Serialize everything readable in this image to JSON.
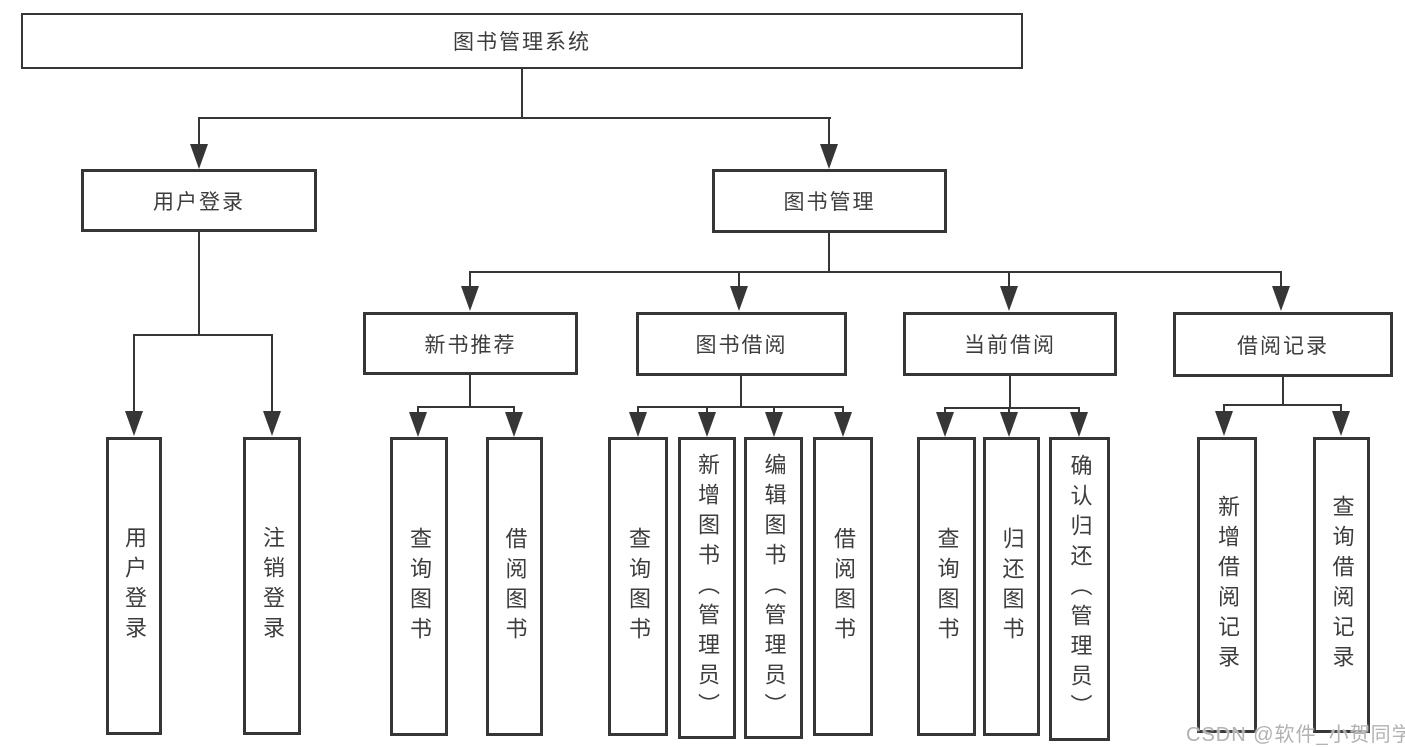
{
  "diagram_type": "hierarchy-tree",
  "colors": {
    "line": "#363636",
    "box_border": "#363636",
    "box_fill": "#ffffff",
    "text": "#3d3d3d",
    "background": "#ffffff",
    "watermark": "#b2b2b2"
  },
  "tree": {
    "root": {
      "label": "图书管理系统",
      "children": [
        {
          "label": "用户登录",
          "children": [
            {
              "label": "用户登录"
            },
            {
              "label": "注销登录"
            }
          ]
        },
        {
          "label": "图书管理",
          "children": [
            {
              "label": "新书推荐",
              "children": [
                {
                  "label": "查询图书"
                },
                {
                  "label": "借阅图书"
                }
              ]
            },
            {
              "label": "图书借阅",
              "children": [
                {
                  "label": "查询图书"
                },
                {
                  "label": "新增图书（管理员）"
                },
                {
                  "label": "编辑图书（管理员）"
                },
                {
                  "label": "借阅图书"
                }
              ]
            },
            {
              "label": "当前借阅",
              "children": [
                {
                  "label": "查询图书"
                },
                {
                  "label": "归还图书"
                },
                {
                  "label": "确认归还（管理员）"
                }
              ]
            },
            {
              "label": "借阅记录",
              "children": [
                {
                  "label": "新增借阅记录"
                },
                {
                  "label": "查询借阅记录"
                }
              ]
            }
          ]
        }
      ]
    }
  },
  "watermark": {
    "text": "CSDN @软件_小贺同学"
  }
}
